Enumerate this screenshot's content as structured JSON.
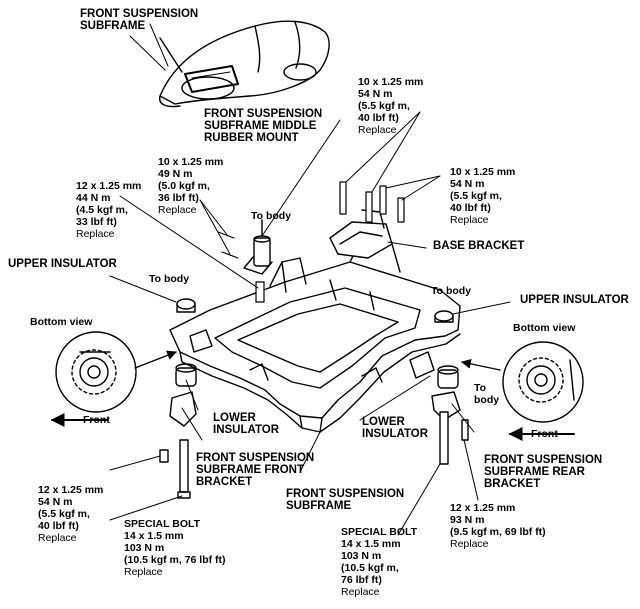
{
  "labels": {
    "front_subframe_title": "FRONT SUSPENSION\nSUBFRAME",
    "middle_mount": "FRONT SUSPENSION\nSUBFRAME MIDDLE\nRUBBER MOUNT",
    "to_body_mid": "To body",
    "to_body_left": "To body",
    "to_body_right": "To body",
    "to_body_rear": "To\nbody",
    "upper_insulator_left": "UPPER INSULATOR",
    "upper_insulator_right": "UPPER INSULATOR",
    "bottom_view_left": "Bottom view",
    "bottom_view_right": "Bottom view",
    "front_left": "Front",
    "front_right": "Front",
    "base_bracket": "BASE BRACKET",
    "lower_insulator_left": "LOWER\nINSULATOR",
    "lower_insulator_right": "LOWER\nINSULATOR",
    "front_bracket": "FRONT SUSPENSION\nSUBFRAME FRONT\nBRACKET",
    "rear_bracket": "FRONT SUSPENSION\nSUBFRAME REAR\nBRACKET",
    "subframe_bottom": "FRONT SUSPENSION\nSUBFRAME"
  },
  "specs": {
    "top_right": [
      "10 x 1.25 mm",
      "54 N m",
      "(5.5 kgf m,",
      "40 lbf ft)",
      "Replace"
    ],
    "mid_right": [
      "10 x 1.25 mm",
      "54 N m",
      "(5.5 kgf m,",
      "40 lbf ft)",
      "Replace"
    ],
    "middle_mount": [
      "10 x 1.25 mm",
      "49 N m",
      "(5.0 kgf m,",
      "36 lbf ft)",
      "Replace"
    ],
    "left_mount": [
      "12 x 1.25 mm",
      "44 N m",
      "(4.5 kgf m,",
      "33 lbf ft)",
      "Replace"
    ],
    "front_bracket_bolt": [
      "12 x 1.25 mm",
      "54 N m",
      "(5.5 kgf m,",
      "40 lbf ft)",
      "Replace"
    ],
    "special_bolt_left": [
      "SPECIAL BOLT",
      "14 x 1.5 mm",
      "103 N m",
      "(10.5 kgf m, 76 lbf ft)",
      "Replace"
    ],
    "rear_bracket_bolt": [
      "12 x 1.25 mm",
      "93 N m",
      "(9.5 kgf m, 69 lbf ft)",
      "Replace"
    ],
    "special_bolt_right": [
      "SPECIAL BOLT",
      "14 x 1.5 mm",
      "103 N m",
      "(10.5 kgf m,",
      "76 lbf ft)",
      "Replace"
    ]
  }
}
